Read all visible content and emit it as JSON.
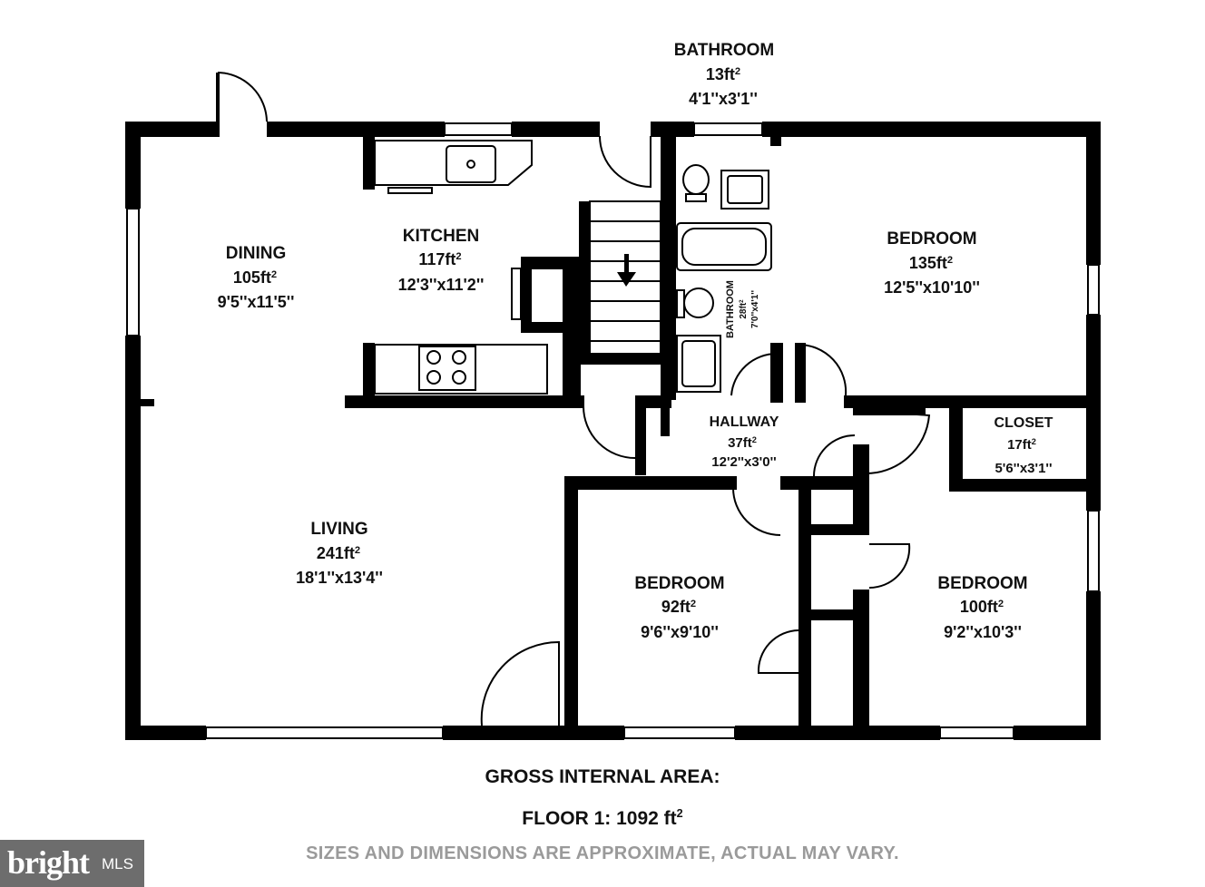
{
  "rooms": {
    "bathroom_top": {
      "name": "BATHROOM",
      "area": "13ft",
      "dims": "4'1''x3'1''"
    },
    "dining": {
      "name": "DINING",
      "area": "105ft",
      "dims": "9'5''x11'5''"
    },
    "kitchen": {
      "name": "KITCHEN",
      "area": "117ft",
      "dims": "12'3''x11'2''"
    },
    "bedroom_ne": {
      "name": "BEDROOM",
      "area": "135ft",
      "dims": "12'5''x10'10''"
    },
    "bathroom_mid": {
      "name": "BATHROOM",
      "area": "28ft",
      "dims": "7'0''x4'1''"
    },
    "hallway": {
      "name": "HALLWAY",
      "area": "37ft",
      "dims": "12'2''x3'0''"
    },
    "closet": {
      "name": "CLOSET",
      "area": "17ft",
      "dims": "5'6''x3'1''"
    },
    "living": {
      "name": "LIVING",
      "area": "241ft",
      "dims": "18'1''x13'4''"
    },
    "bedroom_s": {
      "name": "BEDROOM",
      "area": "92ft",
      "dims": "9'6''x9'10''"
    },
    "bedroom_se": {
      "name": "BEDROOM",
      "area": "100ft",
      "dims": "9'2''x10'3''"
    }
  },
  "footer": {
    "gross_title": "GROSS INTERNAL AREA:",
    "floor_total": "FLOOR 1: 1092 ft",
    "disclaimer": "SIZES AND DIMENSIONS ARE APPROXIMATE, ACTUAL MAY VARY."
  },
  "logo": {
    "wordmark": "bright",
    "suffix": "MLS"
  },
  "superscript": "2"
}
